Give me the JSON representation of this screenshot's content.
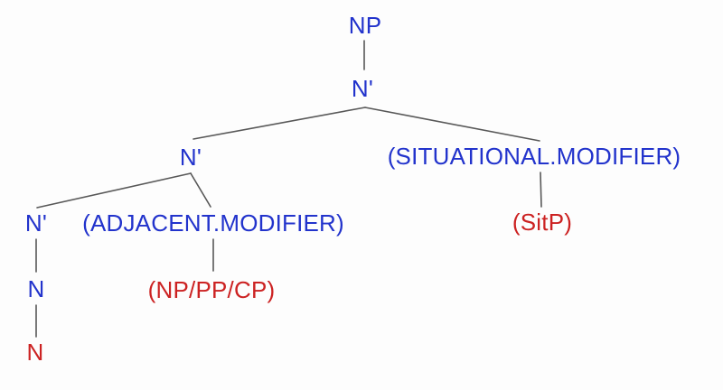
{
  "diagram": {
    "type": "syntax-tree",
    "colors": {
      "nonterminal_label": "#2233cc",
      "terminal_label": "#cc2222",
      "edge_line": "#585858",
      "background": "#fdfdfd"
    },
    "nodes": {
      "np_root": {
        "label": "NP"
      },
      "nbar_top": {
        "label": "N'"
      },
      "nbar_mid": {
        "label": "N'"
      },
      "situational_modifier": {
        "label": "(SITUATIONAL.MODIFIER)"
      },
      "sitp": {
        "label": "(SitP)"
      },
      "nbar_low": {
        "label": "N'"
      },
      "adjacent_modifier": {
        "label": "(ADJACENT.MODIFIER)"
      },
      "np_pp_cp": {
        "label": "(NP/PP/CP)"
      },
      "n_head": {
        "label": "N"
      },
      "n_terminal": {
        "label": "N"
      }
    },
    "edges": [
      {
        "from": "np_root",
        "to": "nbar_top"
      },
      {
        "from": "nbar_top",
        "to": "nbar_mid"
      },
      {
        "from": "nbar_top",
        "to": "situational_modifier"
      },
      {
        "from": "situational_modifier",
        "to": "sitp"
      },
      {
        "from": "nbar_mid",
        "to": "nbar_low"
      },
      {
        "from": "nbar_mid",
        "to": "adjacent_modifier"
      },
      {
        "from": "nbar_low",
        "to": "n_head"
      },
      {
        "from": "n_head",
        "to": "n_terminal"
      },
      {
        "from": "adjacent_modifier",
        "to": "np_pp_cp"
      }
    ]
  }
}
